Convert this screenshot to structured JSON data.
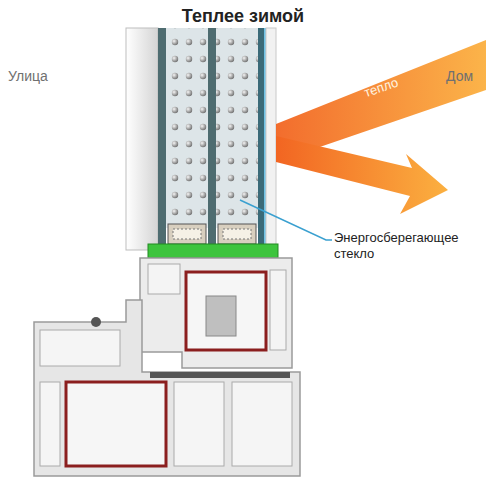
{
  "diagram": {
    "title": "Теплее зимой",
    "labels": [
      "Улица",
      "тепло",
      "Дом",
      "Энергосберегающее стекло"
    ]
  }
}
